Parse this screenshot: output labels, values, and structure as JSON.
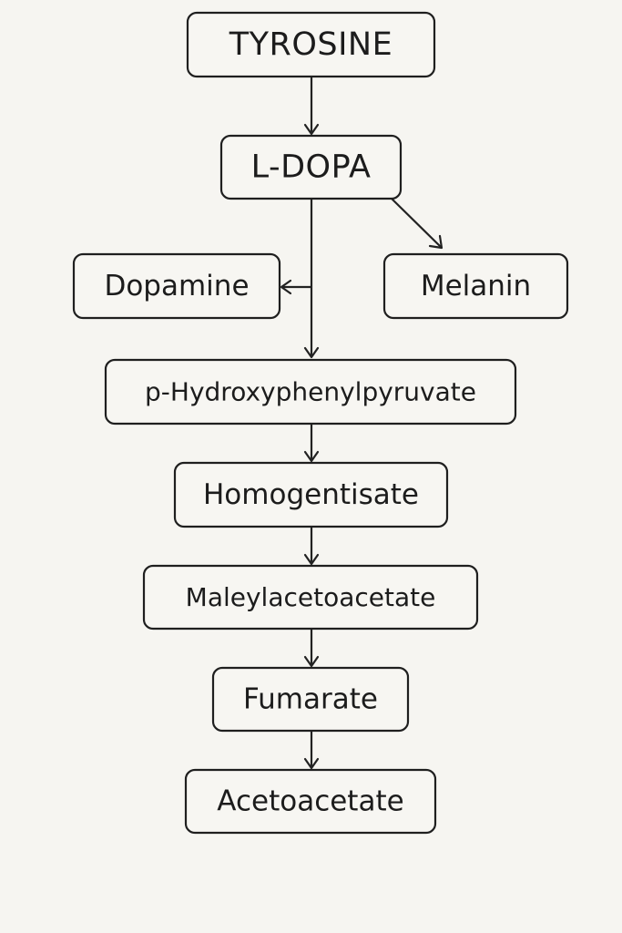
{
  "colors": {
    "background": "#f6f5f1",
    "box_fill": "#f7f6f2",
    "stroke": "#1f1f1f",
    "text": "#1c1c1c"
  },
  "diagram": {
    "nodes": {
      "tyrosine": "TYROSINE",
      "l_dopa": "L-DOPA",
      "dopamine": "Dopamine",
      "melanin": "Melanin",
      "p_hydroxyphenylpyruvate": "p-Hydroxyphenylpyruvate",
      "homogentisate": "Homogentisate",
      "maleylacetoacetate": "Maleylacetoacetate",
      "fumarate": "Fumarate",
      "acetoacetate": "Acetoacetate"
    },
    "edges": [
      {
        "from": "tyrosine",
        "to": "l_dopa"
      },
      {
        "from": "l_dopa",
        "to": "melanin"
      },
      {
        "from": "l_dopa",
        "to": "dopamine"
      },
      {
        "from": "l_dopa",
        "to": "p_hydroxyphenylpyruvate"
      },
      {
        "from": "p_hydroxyphenylpyruvate",
        "to": "homogentisate"
      },
      {
        "from": "homogentisate",
        "to": "maleylacetoacetate"
      },
      {
        "from": "maleylacetoacetate",
        "to": "fumarate"
      },
      {
        "from": "fumarate",
        "to": "acetoacetate"
      }
    ]
  }
}
